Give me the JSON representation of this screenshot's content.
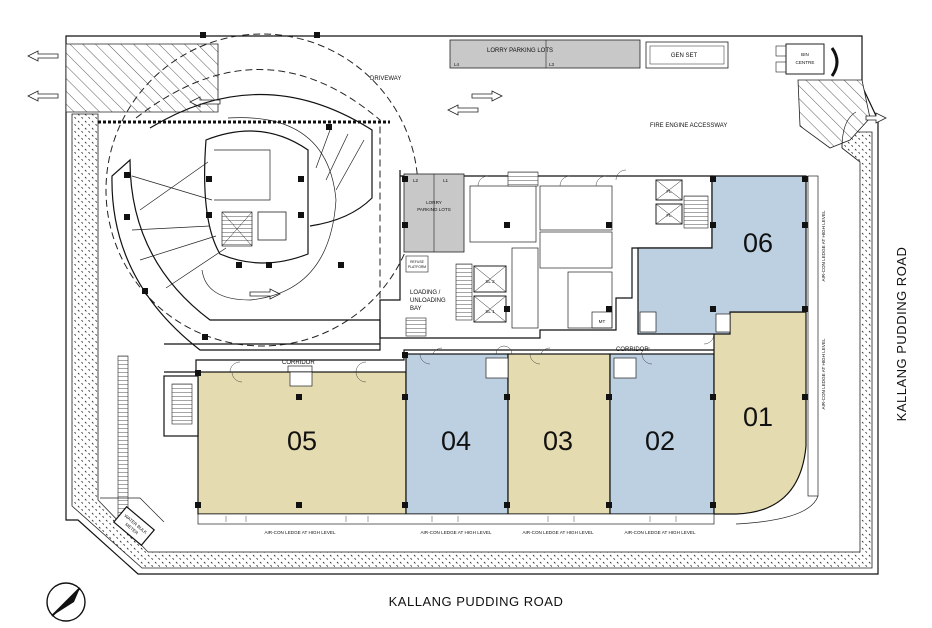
{
  "labels": {
    "driveway": "DRIVEWAY",
    "lorry_parking_top": "LORRY PARKING LOTS",
    "lot_l4": "L4",
    "lot_l3": "L3",
    "gen_set": "GEN SET",
    "bin_centre_1": "BIN",
    "bin_centre_2": "CENTRE",
    "fire_engine": "FIRE ENGINE ACCESSWAY",
    "lorry_parking_mid_1": "LORRY",
    "lorry_parking_mid_2": "PARKING LOTS",
    "lot_l2": "L2",
    "lot_l1": "L1",
    "platform_1": "REFUSE",
    "platform_2": "PLATFORM",
    "loading_1": "LOADING /",
    "loading_2": "UNLOADING",
    "loading_3": "BAY",
    "lift_sl2": "SL 2",
    "lift_sl1": "SL 1",
    "lift_fl1": "FL",
    "lift_fl2": "FL",
    "mt": "MT",
    "corridor_left": "CORRIDOR",
    "corridor_right": "CORRIDOR",
    "water_meter_1": "WATER BULK",
    "water_meter_2": "METER",
    "aircon_ledge": "AIR-CON LEDGE AT HIGH LEVEL"
  },
  "units": [
    "05",
    "04",
    "03",
    "02",
    "01",
    "06"
  ],
  "roads": {
    "bottom": "KALLANG PUDDING ROAD",
    "right": "KALLANG PUDDING ROAD"
  },
  "colors": {
    "unit_yellow": "#e4dcb0",
    "unit_blue": "#bcd0e2",
    "lorry_gray": "#c8c8c8",
    "line": "#111111"
  },
  "icons": {
    "north_arrow": "compass-arrow-icon",
    "traffic_arrow": "arrow-icon"
  }
}
